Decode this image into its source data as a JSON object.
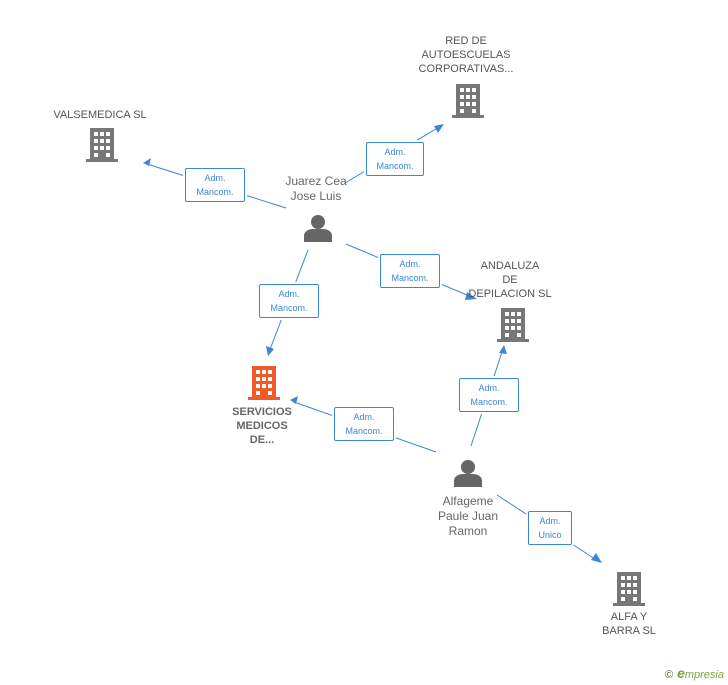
{
  "companies": {
    "red_autoescuelas": "RED DE\nAUTOESCUELAS\nCORPORATIVAS...",
    "valsemedica": "VALSEMEDICA SL",
    "andaluza": "ANDALUZA\nDE\nDEPILACION SL",
    "servicios_medicos": "SERVICIOS\nMEDICOS\nDE...",
    "alfa_barra": "ALFA Y\nBARRA SL"
  },
  "persons": {
    "juarez": "Juarez Cea\nJose Luis",
    "alfageme": "Alfageme\nPaule Juan\nRamon"
  },
  "relations": {
    "juarez_red": "Adm.\nMancom.",
    "juarez_valsemedica": "Adm.\nMancom.",
    "juarez_andaluza": "Adm.\nMancom.",
    "juarez_servicios": "Adm.\nMancom.",
    "alfageme_servicios": "Adm.\nMancom.",
    "alfageme_andaluza": "Adm.\nMancom.",
    "alfageme_alfa": "Adm.\nUnico"
  },
  "colors": {
    "edge": "#3b86d6",
    "company_icon": "#777777",
    "focus_icon": "#f05a28",
    "person_icon": "#666666"
  },
  "icons": {
    "company": "building-icon",
    "person": "person-icon"
  },
  "footer": {
    "copyright": "©",
    "brand_initial": "e",
    "brand_rest": "mpresia"
  }
}
